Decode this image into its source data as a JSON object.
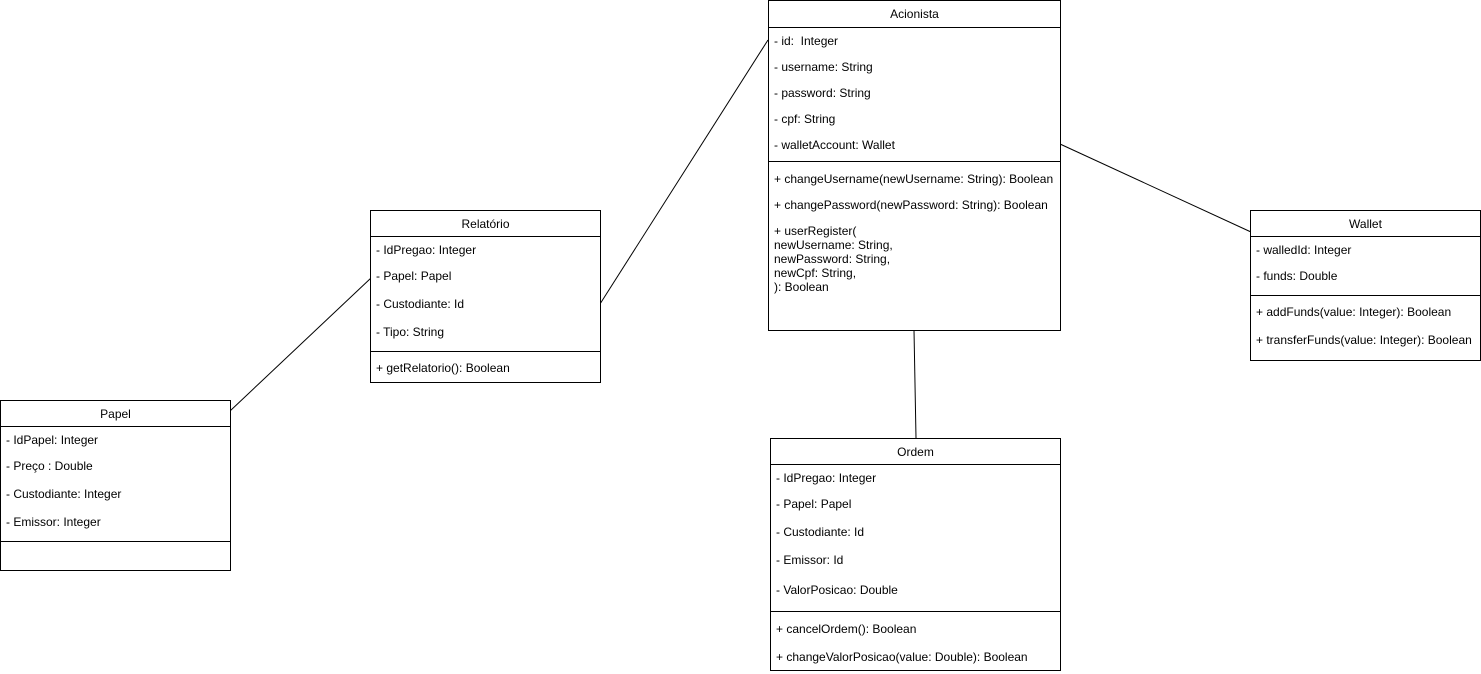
{
  "diagram": {
    "classes": {
      "papel": {
        "name": "Papel",
        "attributes": [
          "- IdPapel: Integer",
          "- Preço : Double",
          "- Custodiante: Integer",
          "- Emissor: Integer"
        ],
        "methods": []
      },
      "relatorio": {
        "name": "Relatório",
        "attributes": [
          "- IdPregao: Integer",
          "- Papel: Papel",
          "- Custodiante: Id",
          "- Tipo: String"
        ],
        "methods": [
          "+ getRelatorio(): Boolean"
        ]
      },
      "acionista": {
        "name": "Acionista",
        "attributes": [
          "- id:  Integer",
          "- username: String",
          "- password: String",
          "- cpf: String",
          "- walletAccount: Wallet"
        ],
        "methods": [
          "+ changeUsername(newUsername: String): Boolean",
          "+ changePassword(newPassword: String): Boolean",
          "+ userRegister(\nnewUsername: String,\nnewPassword: String,\nnewCpf: String,\n): Boolean"
        ]
      },
      "wallet": {
        "name": "Wallet",
        "attributes": [
          "- walledId: Integer",
          "- funds: Double"
        ],
        "methods": [
          "+ addFunds(value: Integer): Boolean",
          "+ transferFunds(value: Integer): Boolean"
        ]
      },
      "ordem": {
        "name": "Ordem",
        "attributes": [
          "- IdPregao: Integer",
          "- Papel: Papel",
          "- Custodiante: Id",
          "- Emissor: Id",
          "- ValorPosicao: Double"
        ],
        "methods": [
          "+ cancelOrdem(): Boolean",
          "+ changeValorPosicao(value: Double): Boolean"
        ]
      }
    },
    "associations": [
      {
        "from": "papel",
        "to": "relatorio"
      },
      {
        "from": "relatorio",
        "to": "acionista"
      },
      {
        "from": "acionista",
        "to": "wallet"
      },
      {
        "from": "acionista",
        "to": "ordem"
      }
    ],
    "line_color": "#000000"
  }
}
